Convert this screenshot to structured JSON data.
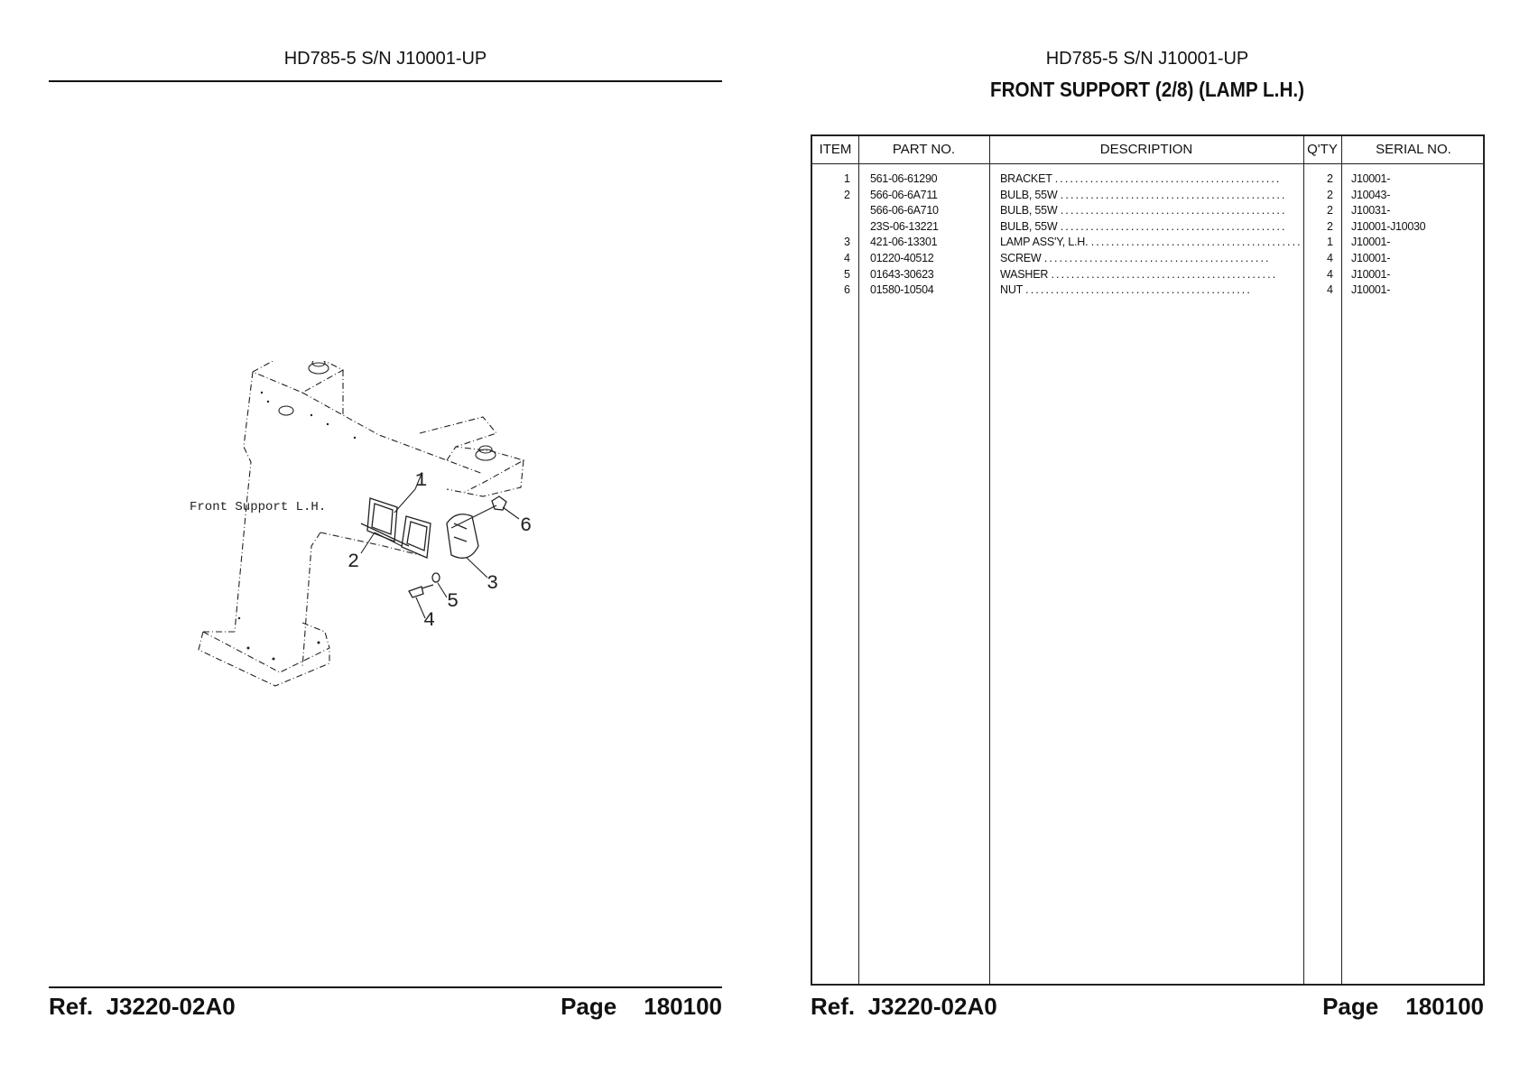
{
  "left_page": {
    "header": {
      "model": "HD785-5 S/N J10001-UP"
    },
    "diagram": {
      "label": "Front Support L.H.",
      "callouts": [
        "1",
        "2",
        "3",
        "4",
        "5",
        "6"
      ]
    },
    "footer": {
      "ref_label": "Ref.",
      "ref_value": "J3220-02A0",
      "page_label": "Page",
      "page_value": "180100"
    }
  },
  "right_page": {
    "header": {
      "model": "HD785-5 S/N J10001-UP",
      "title": "FRONT SUPPORT (2/8) (LAMP L.H.)"
    },
    "table": {
      "columns": [
        "ITEM",
        "PART NO.",
        "DESCRIPTION",
        "Q'TY",
        "SERIAL NO."
      ],
      "rows": [
        {
          "item": "1",
          "part_no": "561-06-61290",
          "description": "BRACKET",
          "qty": "2",
          "serial": "J10001-"
        },
        {
          "item": "2",
          "part_no": "566-06-6A711",
          "description": "BULB, 55W",
          "qty": "2",
          "serial": "J10043-"
        },
        {
          "item": "",
          "part_no": "566-06-6A710",
          "description": "BULB, 55W",
          "qty": "2",
          "serial": "J10031-"
        },
        {
          "item": "",
          "part_no": "23S-06-13221",
          "description": "BULB, 55W",
          "qty": "2",
          "serial": "J10001-J10030"
        },
        {
          "item": "3",
          "part_no": "421-06-13301",
          "description": "LAMP ASS'Y, L.H.",
          "qty": "1",
          "serial": "J10001-"
        },
        {
          "item": "4",
          "part_no": "01220-40512",
          "description": "SCREW",
          "qty": "4",
          "serial": "J10001-"
        },
        {
          "item": "5",
          "part_no": "01643-30623",
          "description": "WASHER",
          "qty": "4",
          "serial": "J10001-"
        },
        {
          "item": "6",
          "part_no": "01580-10504",
          "description": "NUT",
          "qty": "4",
          "serial": "J10001-"
        }
      ]
    },
    "footer": {
      "ref_label": "Ref.",
      "ref_value": "J3220-02A0",
      "page_label": "Page",
      "page_value": "180100"
    }
  }
}
